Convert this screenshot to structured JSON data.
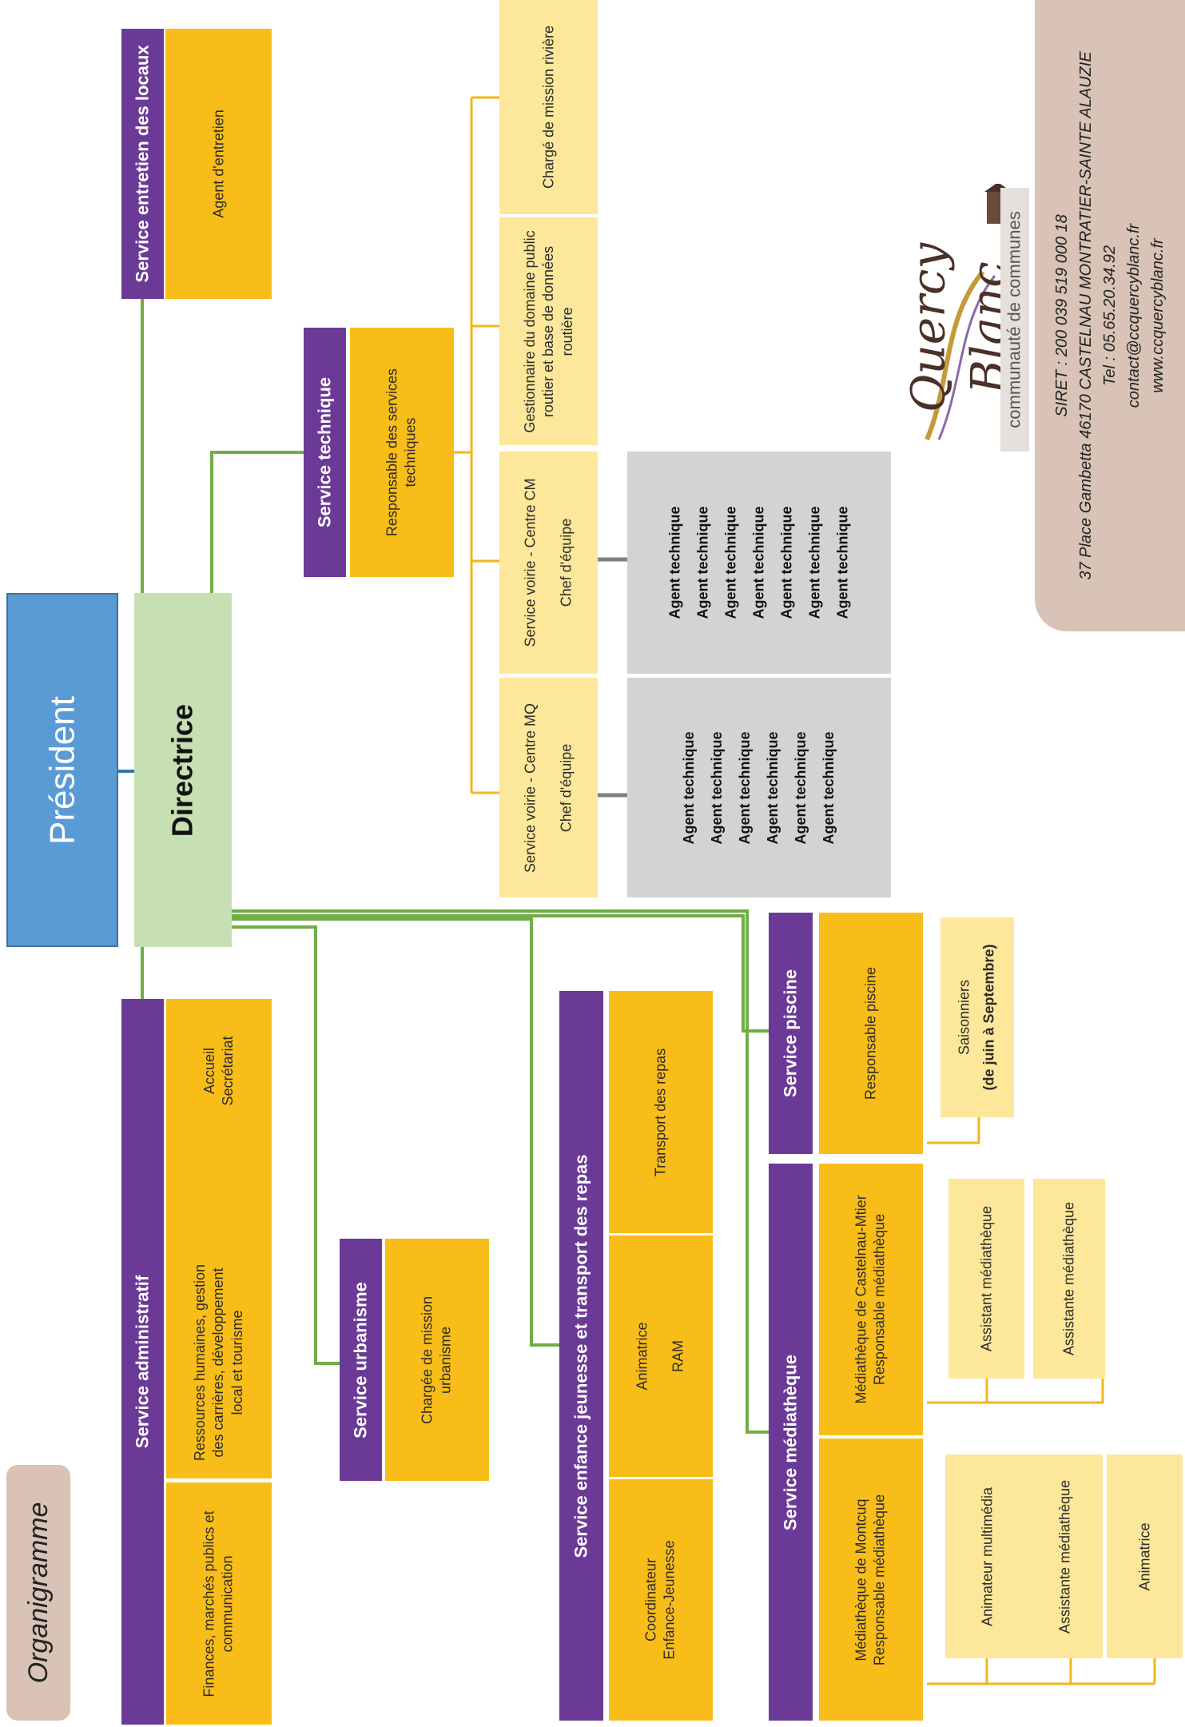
{
  "title": "Organigramme",
  "president": "Président",
  "directrice": "Directrice",
  "entretien": {
    "header": "Service entretien des locaux",
    "role": "Agent d'entretien"
  },
  "technique": {
    "header": "Service technique",
    "responsable": "Responsable des services techniques",
    "riviere": "Chargé de mission rivière",
    "gestionnaire": "Gestionnaire du domaine public routier et base de données routière",
    "voirie_cm": {
      "title": "Service voirie - Centre CM",
      "sub": "Chef d'équipe"
    },
    "voirie_mq": {
      "title": "Service voirie - Centre MQ",
      "sub": "Chef d'équipe"
    },
    "agents_cm": [
      "Agent technique",
      "Agent technique",
      "Agent technique",
      "Agent technique",
      "Agent technique",
      "Agent technique",
      "Agent technique"
    ],
    "agents_mq": [
      "Agent technique",
      "Agent technique",
      "Agent technique",
      "Agent technique",
      "Agent technique",
      "Agent technique"
    ]
  },
  "administratif": {
    "header": "Service administratif",
    "finances": "Finances, marchés publics et communication",
    "rh": "Ressources humaines, gestion des carrières, développement local et tourisme",
    "accueil": "Accueil",
    "secretariat": "Secrétariat"
  },
  "urbanisme": {
    "header": "Service urbanisme",
    "role": "Chargée de mission urbanisme"
  },
  "enfance": {
    "header": "Service enfance jeunesse et transport des repas",
    "coordinateur": "Coordinateur",
    "coordinateur_sub": "Enfance-Jeunesse",
    "animatrice": "Animatrice",
    "ram": "RAM",
    "transport": "Transport des repas"
  },
  "piscine": {
    "header": "Service piscine",
    "responsable": "Responsable piscine",
    "saisonniers": "Saisonniers",
    "saisonniers_sub": "(de juin à Septembre)"
  },
  "mediatheque": {
    "header": "Service médiathèque",
    "montcuq": "Médiathèque de Montcuq",
    "montcuq_sub": "Responsable médiathèque",
    "castelnau": "Médiathèque de Castelnau-Mtier",
    "castelnau_sub": "Responsable médiathèque",
    "animateur_multimedia": "Animateur multimédia",
    "assistante_1": "Assistante médiathèque",
    "animatrice": "Animatrice",
    "assistant": "Assistant médiathèque",
    "assistante_2": "Assistante médiathèque"
  },
  "logo": {
    "name": "Quercy Blanc",
    "tagline": "communauté de communes"
  },
  "contact": {
    "siret": "SIRET : 200 039 519 000 18",
    "address": "37 Place Gambetta 46170 CASTELNAU MONTRATIER-SAINTE ALAUZIE",
    "tel": "Tel : 05.65.20.34.92",
    "email": "contact@ccquercyblanc.fr",
    "web": "www.ccquercyblanc.fr"
  },
  "colors": {
    "president": "#5b9bd5",
    "directrice": "#c6e0b4",
    "service_header": "#6b3a97",
    "role": "#f9bd19",
    "sub_role": "#fde79a",
    "agents": "#d3d3d3",
    "line_green": "#70ad47",
    "line_orange": "#f2b619",
    "contact_bg": "#d8c3b6"
  }
}
